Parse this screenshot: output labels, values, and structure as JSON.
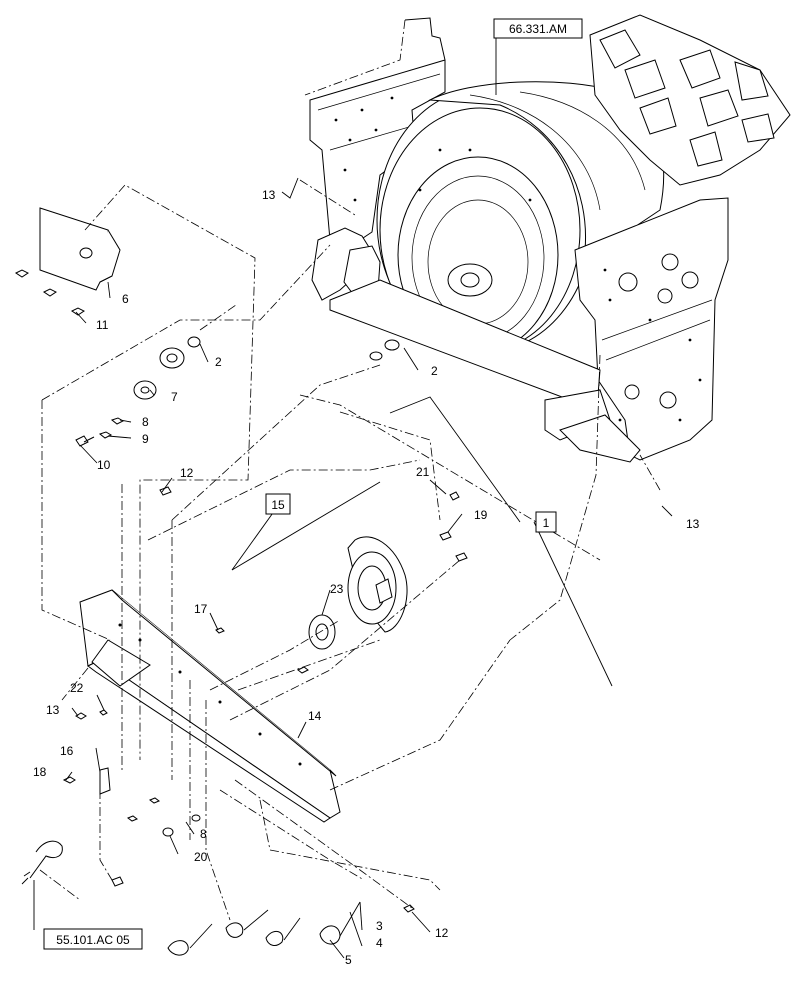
{
  "diagram": {
    "reference_labels": {
      "fan_assembly_ref": "66.331.AM",
      "harness_ref": "55.101.AC 05",
      "group_1": "1",
      "group_15": "15"
    },
    "callouts": {
      "c2a": "2",
      "c2b": "2",
      "c3": "3",
      "c4": "4",
      "c5": "5",
      "c6": "6",
      "c7": "7",
      "c8a": "8",
      "c8b": "8",
      "c9": "9",
      "c10": "10",
      "c11": "11",
      "c12a": "12",
      "c12b": "12",
      "c13a": "13",
      "c13b": "13",
      "c13c": "13",
      "c14": "14",
      "c16": "16",
      "c17": "17",
      "c18": "18",
      "c19": "19",
      "c20": "20",
      "c21": "21",
      "c22": "22",
      "c23": "23"
    }
  }
}
